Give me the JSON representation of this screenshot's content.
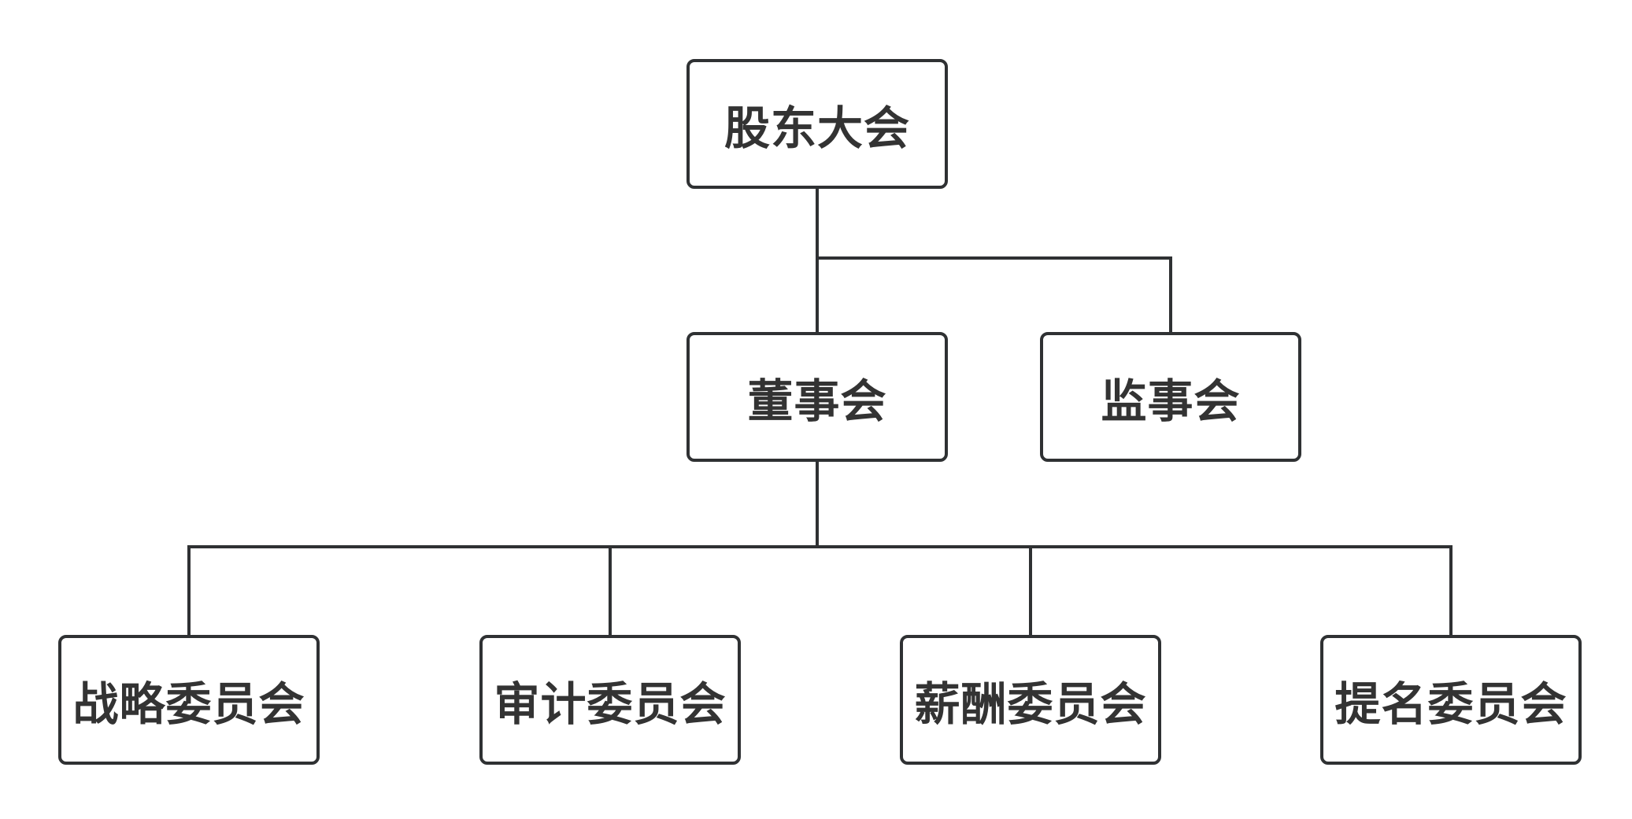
{
  "diagram": {
    "root": "股东大会",
    "level2": {
      "board": "董事会",
      "supervisory": "监事会"
    },
    "committees": {
      "strategy": "战略委员会",
      "audit": "审计委员会",
      "remuneration": "薪酬委员会",
      "nomination": "提名委员会"
    },
    "colors": {
      "stroke": "#2f3133",
      "text": "#333333",
      "fill": "#ffffff"
    }
  }
}
